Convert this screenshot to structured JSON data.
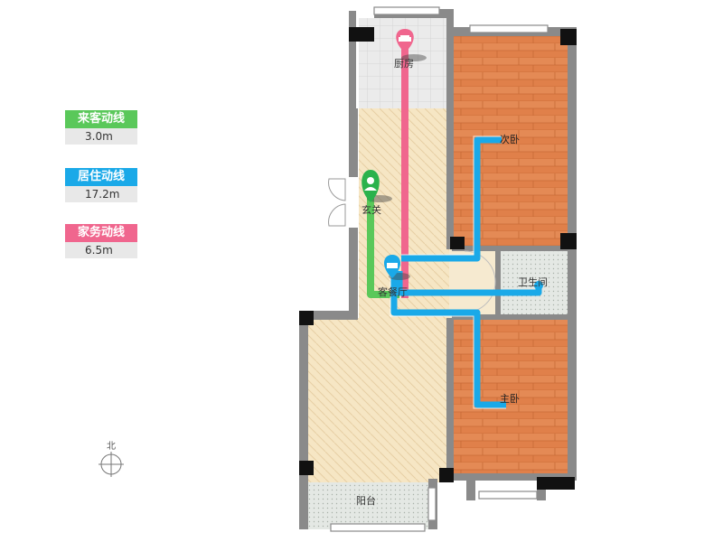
{
  "legend": [
    {
      "label": "来客动线",
      "value": "3.0m",
      "color": "#5ac85a"
    },
    {
      "label": "居住动线",
      "value": "17.2m",
      "color": "#1aa9e8"
    },
    {
      "label": "家务动线",
      "value": "6.5m",
      "color": "#f0668e"
    }
  ],
  "rooms": {
    "kitchen": "厨房",
    "second_bedroom": "次卧",
    "entrance": "玄关",
    "living_dining": "客餐厅",
    "bathroom": "卫生间",
    "master_bedroom": "主卧",
    "balcony": "阳台"
  },
  "compass": {
    "label": "北"
  },
  "colors": {
    "wood": "#e0804a",
    "beige": "#f5e8c8",
    "tile": "#e8e8e8",
    "wall": "#8a8a8a",
    "guest_line": "#5ac85a",
    "living_line": "#1aa9e8",
    "chore_line": "#f0668e"
  }
}
